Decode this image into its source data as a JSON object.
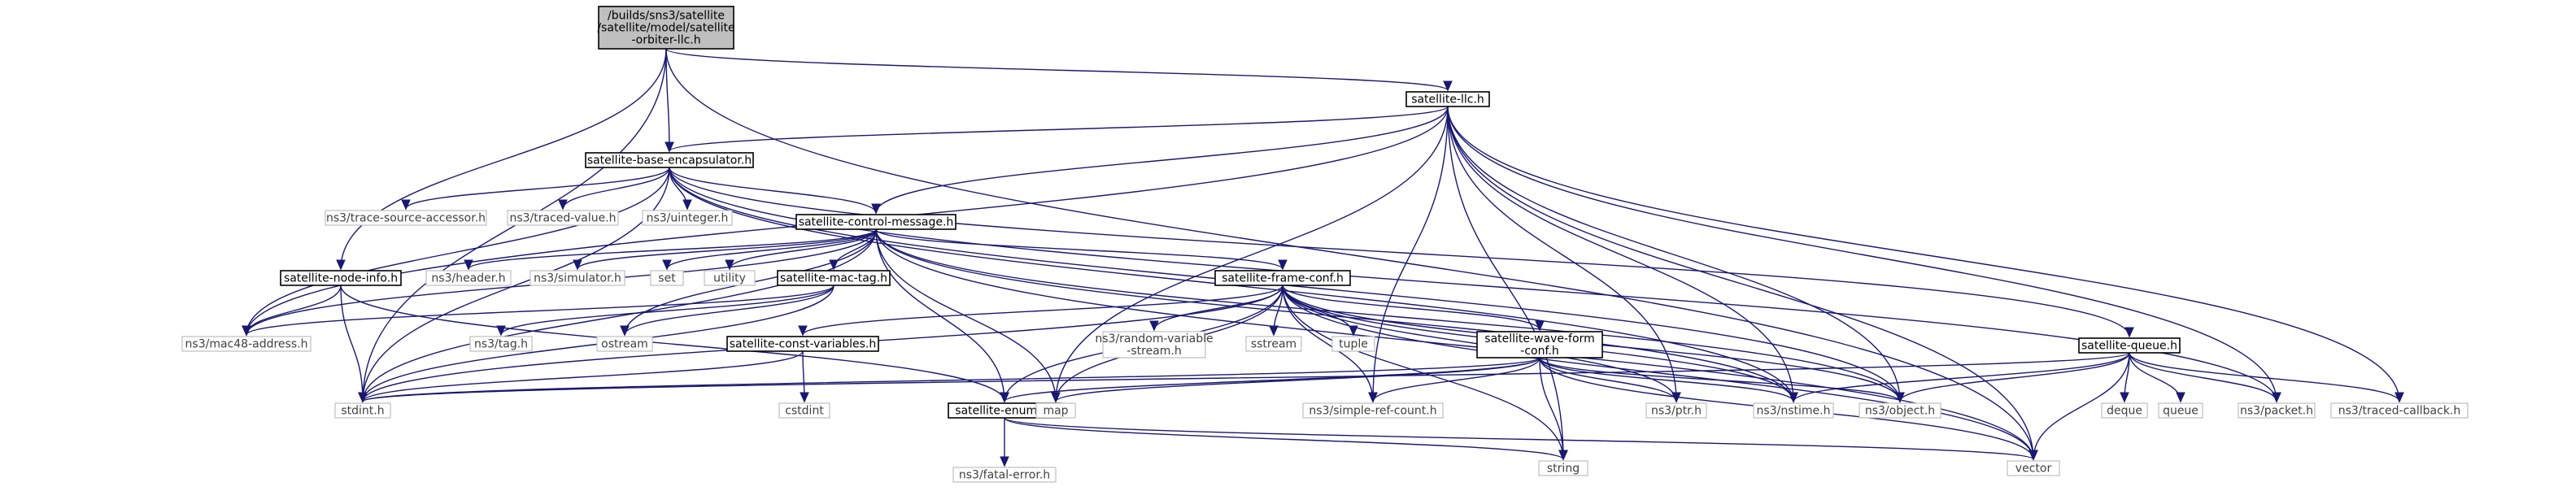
{
  "diagram": {
    "nodes": [
      {
        "id": "root",
        "lines": [
          "/builds/sns3/satellite",
          "/satellite/model/satellite",
          "-orbiter-llc.h"
        ],
        "kind": "root"
      },
      {
        "id": "llc",
        "lines": [
          "satellite-llc.h"
        ],
        "kind": "documented"
      },
      {
        "id": "baseenc",
        "lines": [
          "satellite-base-encapsulator.h"
        ],
        "kind": "documented"
      },
      {
        "id": "ctrlmsg",
        "lines": [
          "satellite-control-message.h"
        ],
        "kind": "documented"
      },
      {
        "id": "nodeinfo",
        "lines": [
          "satellite-node-info.h"
        ],
        "kind": "documented"
      },
      {
        "id": "mactag",
        "lines": [
          "satellite-mac-tag.h"
        ],
        "kind": "documented"
      },
      {
        "id": "frameconf",
        "lines": [
          "satellite-frame-conf.h"
        ],
        "kind": "documented"
      },
      {
        "id": "constvars",
        "lines": [
          "satellite-const-variables.h"
        ],
        "kind": "documented"
      },
      {
        "id": "waveform",
        "lines": [
          "satellite-wave-form",
          "-conf.h"
        ],
        "kind": "documented"
      },
      {
        "id": "enums",
        "lines": [
          "satellite-enums.h"
        ],
        "kind": "documented"
      },
      {
        "id": "queue",
        "lines": [
          "satellite-queue.h"
        ],
        "kind": "documented"
      },
      {
        "id": "tracesrc",
        "lines": [
          "ns3/trace-source-accessor.h"
        ],
        "kind": "external"
      },
      {
        "id": "tracedval",
        "lines": [
          "ns3/traced-value.h"
        ],
        "kind": "external"
      },
      {
        "id": "uinteger",
        "lines": [
          "ns3/uinteger.h"
        ],
        "kind": "external"
      },
      {
        "id": "header",
        "lines": [
          "ns3/header.h"
        ],
        "kind": "external"
      },
      {
        "id": "simulator",
        "lines": [
          "ns3/simulator.h"
        ],
        "kind": "external"
      },
      {
        "id": "set",
        "lines": [
          "set"
        ],
        "kind": "external"
      },
      {
        "id": "utility",
        "lines": [
          "utility"
        ],
        "kind": "external"
      },
      {
        "id": "mac48",
        "lines": [
          "ns3/mac48-address.h"
        ],
        "kind": "external"
      },
      {
        "id": "tag",
        "lines": [
          "ns3/tag.h"
        ],
        "kind": "external"
      },
      {
        "id": "ostream",
        "lines": [
          "ostream"
        ],
        "kind": "external"
      },
      {
        "id": "randomvar",
        "lines": [
          "ns3/random-variable",
          "-stream.h"
        ],
        "kind": "external"
      },
      {
        "id": "sstream",
        "lines": [
          "sstream"
        ],
        "kind": "external"
      },
      {
        "id": "tuple",
        "lines": [
          "tuple"
        ],
        "kind": "external"
      },
      {
        "id": "cstdint",
        "lines": [
          "cstdint"
        ],
        "kind": "external"
      },
      {
        "id": "stdint",
        "lines": [
          "stdint.h"
        ],
        "kind": "external"
      },
      {
        "id": "map",
        "lines": [
          "map"
        ],
        "kind": "external"
      },
      {
        "id": "simplerefcount",
        "lines": [
          "ns3/simple-ref-count.h"
        ],
        "kind": "external"
      },
      {
        "id": "ptr",
        "lines": [
          "ns3/ptr.h"
        ],
        "kind": "external"
      },
      {
        "id": "nstime",
        "lines": [
          "ns3/nstime.h"
        ],
        "kind": "external"
      },
      {
        "id": "object",
        "lines": [
          "ns3/object.h"
        ],
        "kind": "external"
      },
      {
        "id": "deque",
        "lines": [
          "deque"
        ],
        "kind": "external"
      },
      {
        "id": "queuestd",
        "lines": [
          "queue"
        ],
        "kind": "external"
      },
      {
        "id": "packet",
        "lines": [
          "ns3/packet.h"
        ],
        "kind": "external"
      },
      {
        "id": "tracedcb",
        "lines": [
          "ns3/traced-callback.h"
        ],
        "kind": "external"
      },
      {
        "id": "fatalerror",
        "lines": [
          "ns3/fatal-error.h"
        ],
        "kind": "external"
      },
      {
        "id": "string",
        "lines": [
          "string"
        ],
        "kind": "external"
      },
      {
        "id": "vector",
        "lines": [
          "vector"
        ],
        "kind": "external"
      }
    ],
    "edges": [
      [
        "root",
        "llc"
      ],
      [
        "root",
        "baseenc"
      ],
      [
        "root",
        "nodeinfo"
      ],
      [
        "root",
        "stdint"
      ],
      [
        "root",
        "vector"
      ],
      [
        "llc",
        "baseenc"
      ],
      [
        "llc",
        "ctrlmsg"
      ],
      [
        "llc",
        "mac48"
      ],
      [
        "llc",
        "map"
      ],
      [
        "llc",
        "simplerefcount"
      ],
      [
        "llc",
        "ptr"
      ],
      [
        "llc",
        "object"
      ],
      [
        "llc",
        "packet"
      ],
      [
        "llc",
        "tracedcb"
      ],
      [
        "llc",
        "string"
      ],
      [
        "llc",
        "vector"
      ],
      [
        "llc",
        "nstime"
      ],
      [
        "baseenc",
        "tracesrc"
      ],
      [
        "baseenc",
        "tracedval"
      ],
      [
        "baseenc",
        "uinteger"
      ],
      [
        "baseenc",
        "ctrlmsg"
      ],
      [
        "baseenc",
        "mac48"
      ],
      [
        "baseenc",
        "stdint"
      ],
      [
        "baseenc",
        "queue"
      ],
      [
        "baseenc",
        "object"
      ],
      [
        "baseenc",
        "nstime"
      ],
      [
        "baseenc",
        "packet"
      ],
      [
        "ctrlmsg",
        "header"
      ],
      [
        "ctrlmsg",
        "simulator"
      ],
      [
        "ctrlmsg",
        "set"
      ],
      [
        "ctrlmsg",
        "utility"
      ],
      [
        "ctrlmsg",
        "mactag"
      ],
      [
        "ctrlmsg",
        "frameconf"
      ],
      [
        "ctrlmsg",
        "mac48"
      ],
      [
        "ctrlmsg",
        "stdint"
      ],
      [
        "ctrlmsg",
        "map"
      ],
      [
        "ctrlmsg",
        "enums"
      ],
      [
        "ctrlmsg",
        "object"
      ],
      [
        "ctrlmsg",
        "nstime"
      ],
      [
        "ctrlmsg",
        "vector"
      ],
      [
        "ctrlmsg",
        "ostream"
      ],
      [
        "nodeinfo",
        "mac48"
      ],
      [
        "nodeinfo",
        "stdint"
      ],
      [
        "nodeinfo",
        "enums"
      ],
      [
        "mactag",
        "tag"
      ],
      [
        "mactag",
        "ostream"
      ],
      [
        "mactag",
        "mac48"
      ],
      [
        "mactag",
        "stdint"
      ],
      [
        "frameconf",
        "constvars"
      ],
      [
        "frameconf",
        "randomvar"
      ],
      [
        "frameconf",
        "sstream"
      ],
      [
        "frameconf",
        "tuple"
      ],
      [
        "frameconf",
        "waveform"
      ],
      [
        "frameconf",
        "enums"
      ],
      [
        "frameconf",
        "map"
      ],
      [
        "frameconf",
        "simplerefcount"
      ],
      [
        "frameconf",
        "ptr"
      ],
      [
        "frameconf",
        "nstime"
      ],
      [
        "frameconf",
        "object"
      ],
      [
        "frameconf",
        "stdint"
      ],
      [
        "frameconf",
        "string"
      ],
      [
        "frameconf",
        "vector"
      ],
      [
        "constvars",
        "cstdint"
      ],
      [
        "constvars",
        "stdint"
      ],
      [
        "waveform",
        "enums"
      ],
      [
        "waveform",
        "map"
      ],
      [
        "waveform",
        "simplerefcount"
      ],
      [
        "waveform",
        "ptr"
      ],
      [
        "waveform",
        "nstime"
      ],
      [
        "waveform",
        "object"
      ],
      [
        "waveform",
        "stdint"
      ],
      [
        "waveform",
        "string"
      ],
      [
        "waveform",
        "vector"
      ],
      [
        "enums",
        "fatalerror"
      ],
      [
        "enums",
        "string"
      ],
      [
        "enums",
        "vector"
      ],
      [
        "queue",
        "stdint"
      ],
      [
        "queue",
        "deque"
      ],
      [
        "queue",
        "queuestd"
      ],
      [
        "queue",
        "packet"
      ],
      [
        "queue",
        "tracedcb"
      ],
      [
        "queue",
        "nstime"
      ],
      [
        "queue",
        "object"
      ],
      [
        "queue",
        "vector"
      ]
    ]
  }
}
